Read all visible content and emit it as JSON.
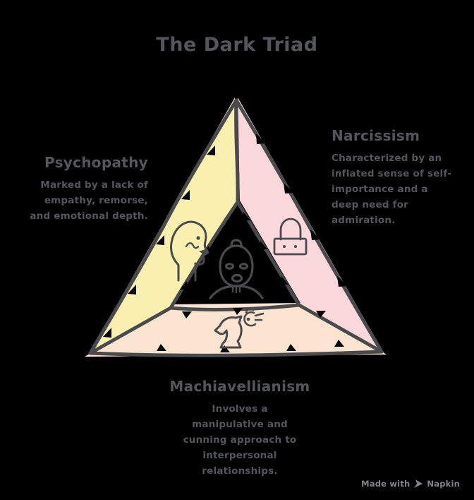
{
  "title": "The Dark Triad",
  "traits": [
    {
      "id": "psychopathy",
      "label": "Psychopathy",
      "description": "Marked by a lack of empathy, remorse, and emotional depth.",
      "icon": "head-profile-icon",
      "band_color": "#F9F0B0"
    },
    {
      "id": "narcissism",
      "label": "Narcissism",
      "description": "Characterized by an inflated sense of self-importance and a deep need for admiration.",
      "icon": "handbag-icon",
      "band_color": "#FBD8DC"
    },
    {
      "id": "machiavellianism",
      "label": "Machiavellianism",
      "description": "Involves a manipulative and cunning approach to interpersonal relationships.",
      "icon": "chess-knight-icon",
      "band_color": "#FCE5D0"
    }
  ],
  "center_icon": "balaclava-mask-icon",
  "watermark": {
    "prefix": "Made with",
    "brand": "Napkin",
    "icon": "napkin-logo-icon"
  },
  "colors": {
    "background": "#000000",
    "line": "#4A4A4C",
    "text": "#55565A",
    "watermark": "#84848A",
    "band_yellow": "#F9F0B0",
    "band_pink": "#FBD8DC",
    "band_peach": "#FCE5D0"
  }
}
